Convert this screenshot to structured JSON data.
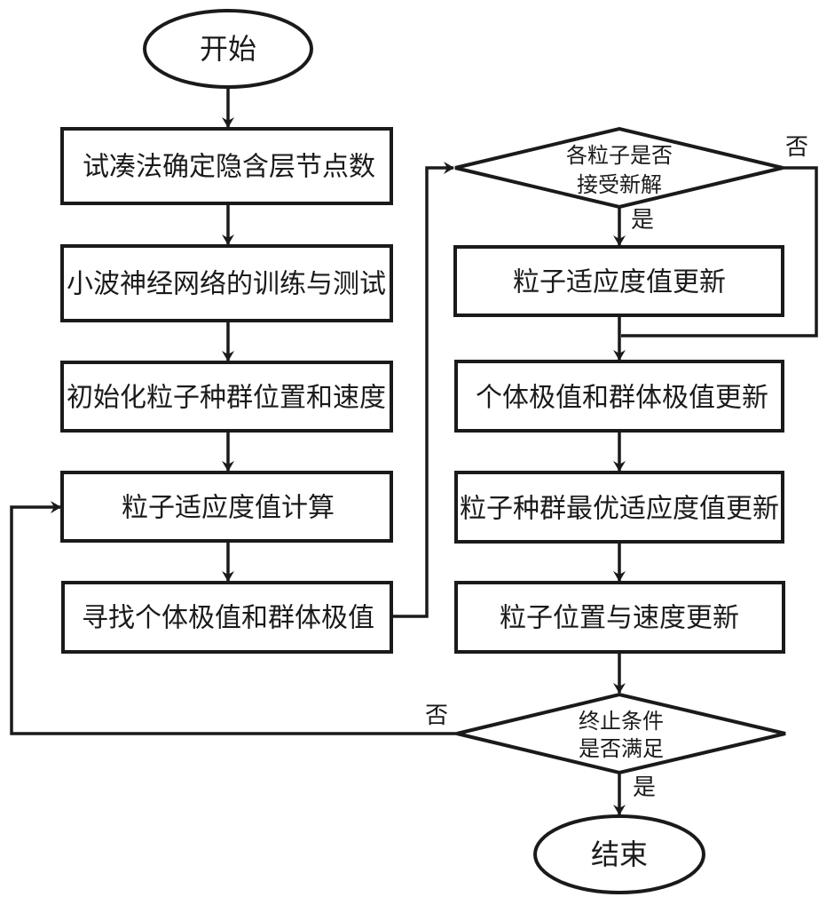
{
  "flowchart": {
    "start": "开始",
    "end": "结束",
    "left_steps": [
      "试凑法确定隐含层节点数",
      "小波神经网络的训练与测试",
      "初始化粒子种群位置和速度",
      "粒子适应度值计算",
      "寻找个体极值和群体极值"
    ],
    "decision_accept": {
      "line1": "各粒子是否",
      "line2": "接受新解",
      "yes": "是",
      "no": "否"
    },
    "right_steps": [
      "粒子适应度值更新",
      "个体极值和群体极值更新",
      "粒子种群最优适应度值更新",
      "粒子位置与速度更新"
    ],
    "decision_stop": {
      "line1": "终止条件",
      "line2": "是否满足",
      "yes": "是",
      "no": "否"
    }
  }
}
